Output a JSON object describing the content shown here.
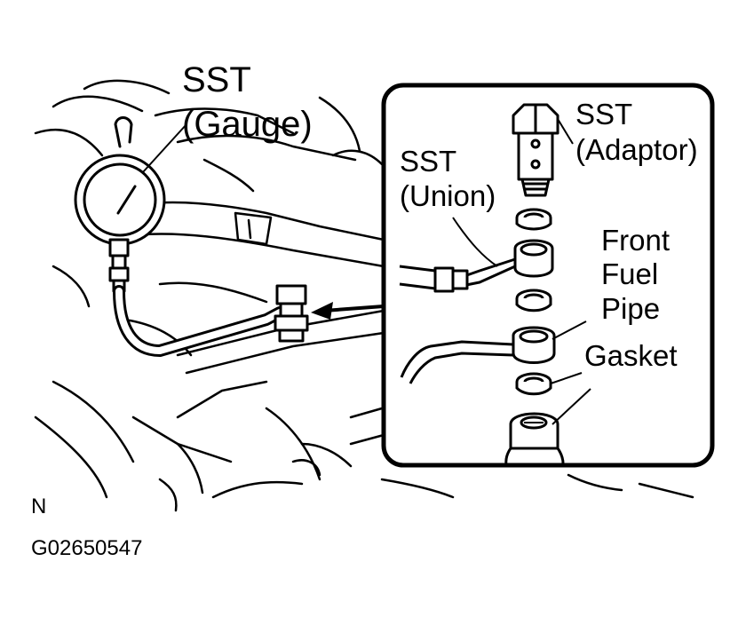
{
  "labels": {
    "sst_gauge_line1": "SST",
    "sst_gauge_line2": "(Gauge)",
    "sst_adaptor_line1": "SST",
    "sst_adaptor_line2": "(Adaptor)",
    "sst_union_line1": "SST",
    "sst_union_line2": "(Union)",
    "front_fuel_pipe_line1": "Front",
    "front_fuel_pipe_line2": "Fuel",
    "front_fuel_pipe_line3": "Pipe",
    "gasket": "Gasket",
    "view_marker": "N",
    "figure_code": "G02650547"
  },
  "colors": {
    "ink": "#000000",
    "paper": "#ffffff"
  }
}
